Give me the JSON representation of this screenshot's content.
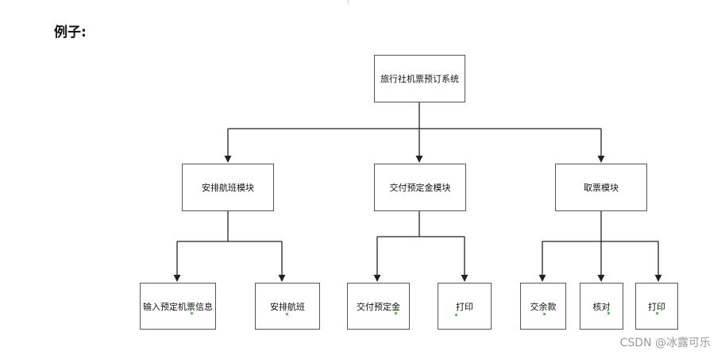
{
  "heading": "例子:",
  "watermark": "CSDN @冰露可乐",
  "colors": {
    "highlight": "#22c522",
    "line": "#222222",
    "border": "#555555"
  },
  "diagram": {
    "root": "旅行社机票预订系统",
    "modules": [
      "安排航班模块",
      "交付预定金模块",
      "取票模块"
    ],
    "leaves": [
      "输入预定机票信息",
      "安排航班",
      "交付预定金",
      "打印",
      "交余款",
      "核对",
      "打印"
    ]
  }
}
